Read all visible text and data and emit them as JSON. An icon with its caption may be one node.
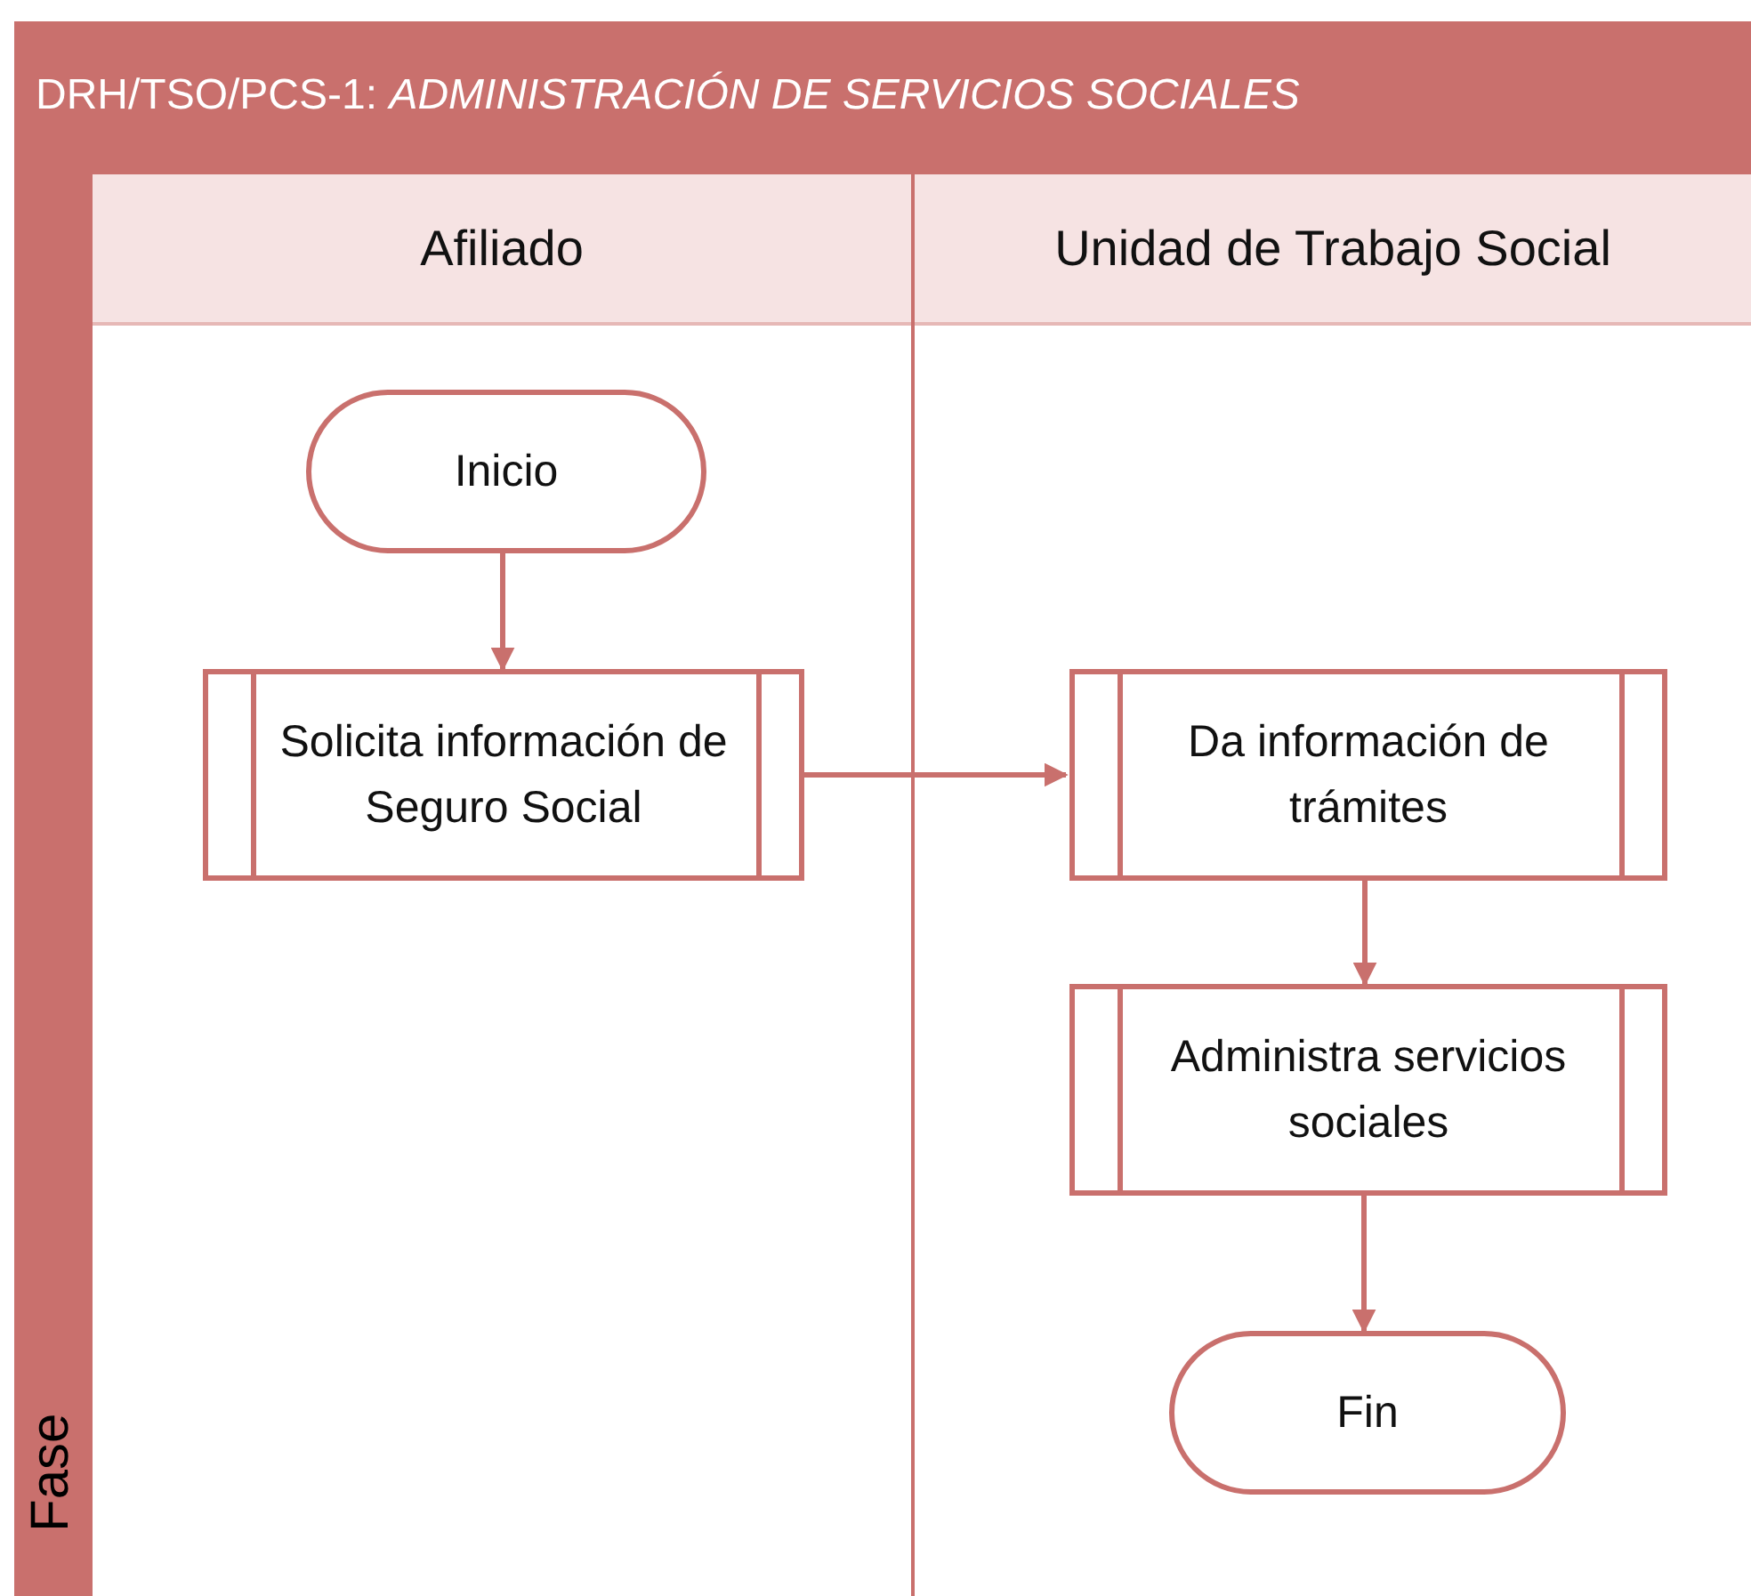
{
  "diagram": {
    "title": "DRH/TSO/PCS-1: *ADMINISTRACIÓN DE SERVICIOS SOCIALES*",
    "nodes": [
      {
        "text": [
          "Fase"
        ]
      },
      {
        "text": [
          "Afiliado"
        ]
      },
      {
        "text": [
          "Unidad de Trabajo Social"
        ]
      },
      {
        "text": [
          "Inicio"
        ],
        "in": 1
      },
      {
        "text": [
          "Solicita información de Seguro Social"
        ],
        "in": 1
      },
      {
        "text": [
          "Da información de trámites"
        ],
        "in": 2
      },
      {
        "text": [
          "Administra servicios sociales"
        ],
        "in": 2
      },
      {
        "text": [
          "Fin"
        ],
        "in": 2
      }
    ],
    "edges": [
      {
        "from": 3,
        "to": 4,
        "arrow": "to"
      },
      {
        "from": 4,
        "to": 5,
        "arrow": "to"
      },
      {
        "from": 5,
        "to": 6,
        "arrow": "to"
      },
      {
        "from": 6,
        "to": 7,
        "arrow": "to"
      }
    ]
  }
}
